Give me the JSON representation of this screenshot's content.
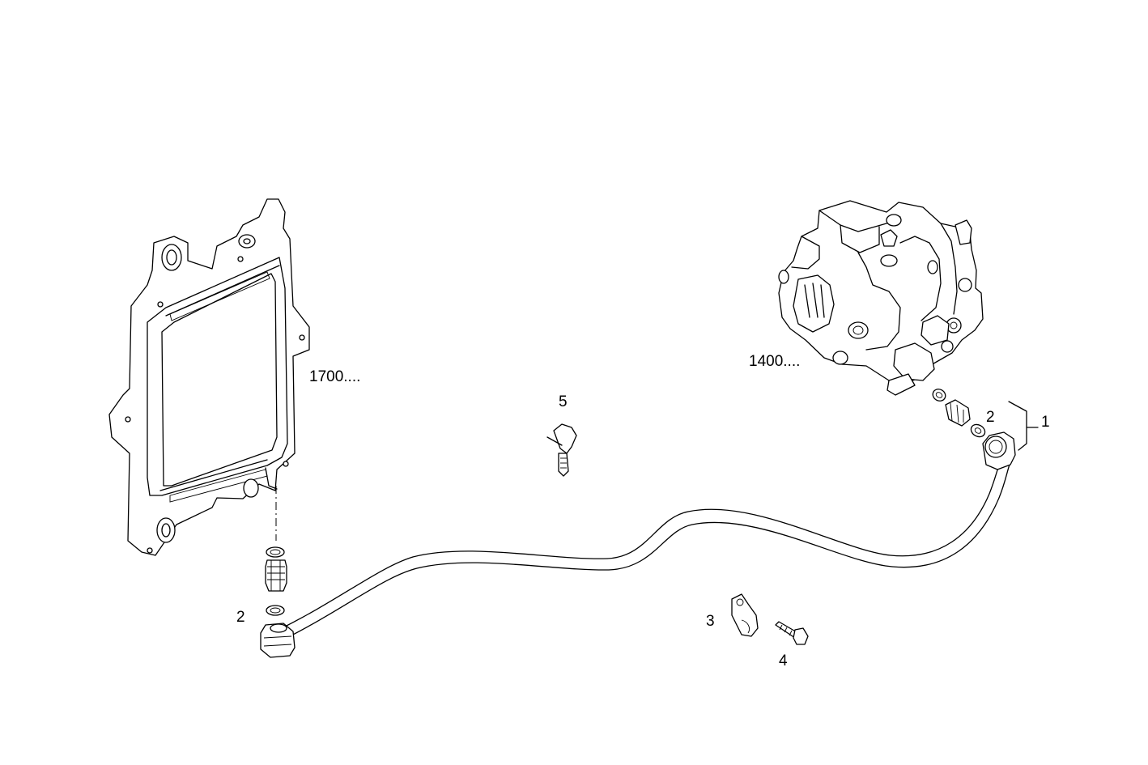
{
  "diagram": {
    "colors": {
      "line": "#000000",
      "background": "#ffffff"
    },
    "labels": {
      "ecu_ref": "1700....",
      "pump_ref": "1400....",
      "item_1": "1",
      "item_2_right": "2",
      "item_2_left": "2",
      "item_3": "3",
      "item_4": "4",
      "item_5": "5"
    },
    "parts": [
      "ecu-frame",
      "injection-pump",
      "fuel-pipe",
      "pipe-fitting",
      "sealing-washer",
      "union-adapter",
      "p-clamp",
      "bolt",
      "cable-tie"
    ]
  }
}
